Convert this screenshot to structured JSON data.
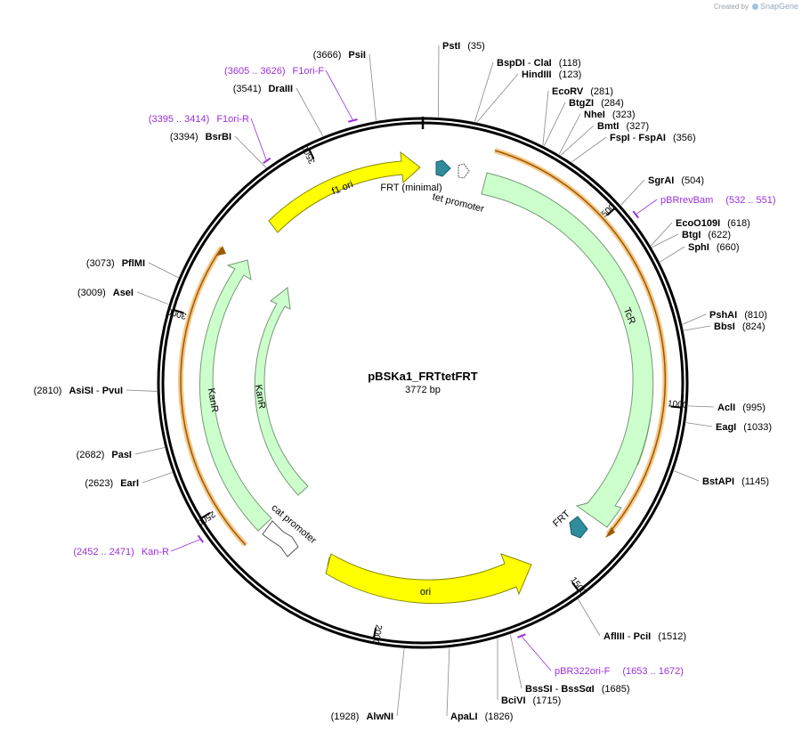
{
  "credit": {
    "prefix": "Created by",
    "brand": "SnapGene"
  },
  "plasmid": {
    "name": "pBSKa1_FRTtetFRT",
    "length_label": "3772 bp",
    "length": 3772
  },
  "ticks": [
    {
      "label": "500",
      "pos": 500
    },
    {
      "label": "1000",
      "pos": 1000
    },
    {
      "label": "1500",
      "pos": 1500
    },
    {
      "label": "2000",
      "pos": 2000
    },
    {
      "label": "2500",
      "pos": 2500
    },
    {
      "label": "3000",
      "pos": 3000
    },
    {
      "label": "3500",
      "pos": 3500
    }
  ],
  "sites": [
    {
      "name": "PstI",
      "pos_label": "(35)",
      "pos": 35,
      "side": "right"
    },
    {
      "name": "BspDI",
      "name2": "ClaI",
      "pos_label": "(118)",
      "pos": 118,
      "side": "right"
    },
    {
      "name": "HindIII",
      "pos_label": "(123)",
      "pos": 123,
      "side": "right"
    },
    {
      "name": "EcoRV",
      "pos_label": "(281)",
      "pos": 281,
      "side": "right"
    },
    {
      "name": "BtgZI",
      "pos_label": "(284)",
      "pos": 284,
      "side": "right"
    },
    {
      "name": "NheI",
      "pos_label": "(323)",
      "pos": 323,
      "side": "right"
    },
    {
      "name": "BmtI",
      "pos_label": "(327)",
      "pos": 327,
      "side": "right"
    },
    {
      "name": "FspI",
      "name2": "FspAI",
      "pos_label": "(356)",
      "pos": 356,
      "side": "right"
    },
    {
      "name": "SgrAI",
      "pos_label": "(504)",
      "pos": 504,
      "side": "right"
    },
    {
      "name": "EcoO109I",
      "pos_label": "(618)",
      "pos": 618,
      "side": "right"
    },
    {
      "name": "BtgI",
      "pos_label": "(622)",
      "pos": 622,
      "side": "right"
    },
    {
      "name": "SphI",
      "pos_label": "(660)",
      "pos": 660,
      "side": "right"
    },
    {
      "name": "PshAI",
      "pos_label": "(810)",
      "pos": 810,
      "side": "right"
    },
    {
      "name": "BbsI",
      "pos_label": "(824)",
      "pos": 824,
      "side": "right"
    },
    {
      "name": "AclI",
      "pos_label": "(995)",
      "pos": 995,
      "side": "right"
    },
    {
      "name": "EagI",
      "pos_label": "(1033)",
      "pos": 1033,
      "side": "right"
    },
    {
      "name": "BstAPI",
      "pos_label": "(1145)",
      "pos": 1145,
      "side": "right"
    },
    {
      "name": "AflIII",
      "name2": "PciI",
      "pos_label": "(1512)",
      "pos": 1512,
      "side": "right"
    },
    {
      "name": "BssSI",
      "name2": "BssSαI",
      "pos_label": "(1685)",
      "pos": 1685,
      "side": "right"
    },
    {
      "name": "BciVI",
      "pos_label": "(1715)",
      "pos": 1715,
      "side": "right"
    },
    {
      "name": "ApaLI",
      "pos_label": "(1826)",
      "pos": 1826,
      "side": "right"
    },
    {
      "name": "AlwNI",
      "pos_label": "(1928)",
      "pos": 1928,
      "side": "left"
    },
    {
      "name": "EarI",
      "pos_label": "(2623)",
      "pos": 2623,
      "side": "left"
    },
    {
      "name": "PasI",
      "pos_label": "(2682)",
      "pos": 2682,
      "side": "left"
    },
    {
      "name": "AsiSI",
      "name2": "PvuI",
      "pos_label": "(2810)",
      "pos": 2810,
      "side": "left"
    },
    {
      "name": "AseI",
      "pos_label": "(3009)",
      "pos": 3009,
      "side": "left"
    },
    {
      "name": "PflMI",
      "pos_label": "(3073)",
      "pos": 3073,
      "side": "left"
    },
    {
      "name": "BsrBI",
      "pos_label": "(3394)",
      "pos": 3394,
      "side": "left"
    },
    {
      "name": "DraIII",
      "pos_label": "(3541)",
      "pos": 3541,
      "side": "left"
    },
    {
      "name": "PsiI",
      "pos_label": "(3666)",
      "pos": 3666,
      "side": "left"
    }
  ],
  "primers": [
    {
      "name": "F1ori-F",
      "range_label": "(3605 .. 3626)",
      "start": 3605,
      "end": 3626,
      "side": "left"
    },
    {
      "name": "F1ori-R",
      "range_label": "(3395 .. 3414)",
      "start": 3395,
      "end": 3414,
      "side": "left"
    },
    {
      "name": "pBRrevBam",
      "range_label": "(532 .. 551)",
      "start": 532,
      "end": 551,
      "side": "right"
    },
    {
      "name": "pBR322ori-F",
      "range_label": "(1653 .. 1672)",
      "start": 1653,
      "end": 1672,
      "side": "right"
    },
    {
      "name": "Kan-R",
      "range_label": "(2452 .. 2471)",
      "start": 2452,
      "end": 2471,
      "side": "left"
    }
  ],
  "features": [
    {
      "name": "f1 ori",
      "color": "#ffff00",
      "stroke": "#888800"
    },
    {
      "name": "FRT (minimal)",
      "color": "#2f8c9c",
      "stroke": "#1c5d68"
    },
    {
      "name": "tet promoter",
      "color": "#ffffff",
      "stroke": "#555555"
    },
    {
      "name": "TcR",
      "color": "#ccffcc",
      "stroke": "#779977"
    },
    {
      "name": "FRT",
      "color": "#2f8c9c",
      "stroke": "#1c5d68"
    },
    {
      "name": "ori",
      "color": "#ffff00",
      "stroke": "#888800"
    },
    {
      "name": "cat promoter",
      "color": "#ffffff",
      "stroke": "#555555"
    },
    {
      "name": "KanR",
      "color": "#ccffcc",
      "stroke": "#779977"
    },
    {
      "name": "KanR",
      "color": "#ccffcc",
      "stroke": "#779977"
    }
  ],
  "colors": {
    "primer": "#9b30d9",
    "orf_orange": "#f5c88a",
    "orf_brown": "#9a5a00",
    "orf_green": "#2f8f1f"
  }
}
